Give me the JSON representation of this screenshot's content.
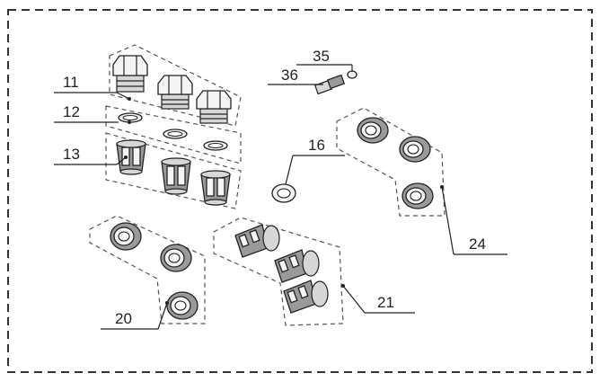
{
  "diagram": {
    "callouts": [
      {
        "id": "11",
        "text": "11"
      },
      {
        "id": "12",
        "text": "12"
      },
      {
        "id": "13",
        "text": "13"
      },
      {
        "id": "16",
        "text": "16"
      },
      {
        "id": "20",
        "text": "20"
      },
      {
        "id": "21",
        "text": "21"
      },
      {
        "id": "24",
        "text": "24"
      },
      {
        "id": "35",
        "text": "35"
      },
      {
        "id": "36",
        "text": "36"
      }
    ]
  }
}
